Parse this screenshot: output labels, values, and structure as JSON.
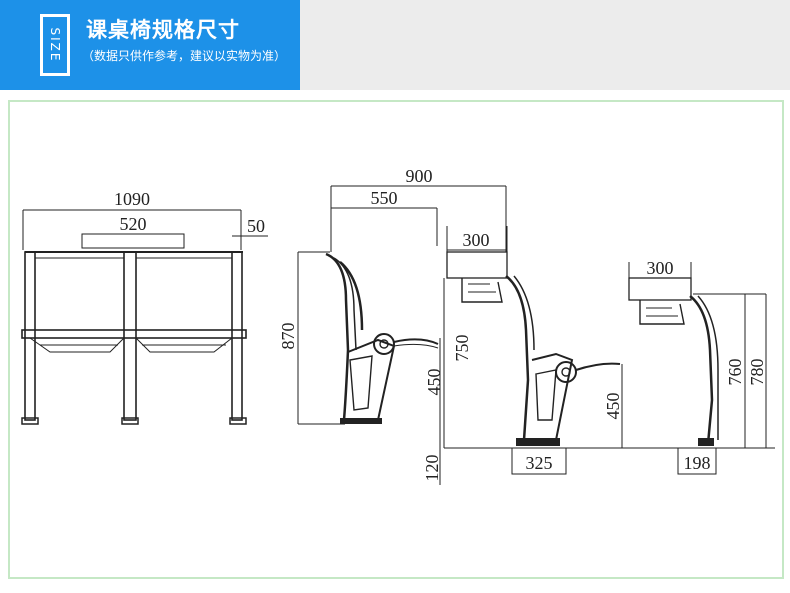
{
  "header": {
    "tag": "SIZE",
    "title": "课桌椅规格尺寸",
    "subtitle": "（数据只供作参考，建议以实物为准）"
  },
  "colors": {
    "accent": "#1d91e8",
    "frame_border": "#c5e8c5",
    "header_grey": "#ececec"
  },
  "dimensions": {
    "front_width": "1090",
    "front_desk_width": "520",
    "front_side": "50",
    "seat_depth_total": "900",
    "seat_depth": "550",
    "seat_height_total": "870",
    "desk_height": "750",
    "seat_height_left": "450",
    "step_height": "120",
    "desk_top_mid": "300",
    "seat_height_mid": "450",
    "foot_mid": "325",
    "desk_top_right": "300",
    "desk_height_right": "760",
    "total_height_right": "780",
    "foot_right": "198"
  }
}
